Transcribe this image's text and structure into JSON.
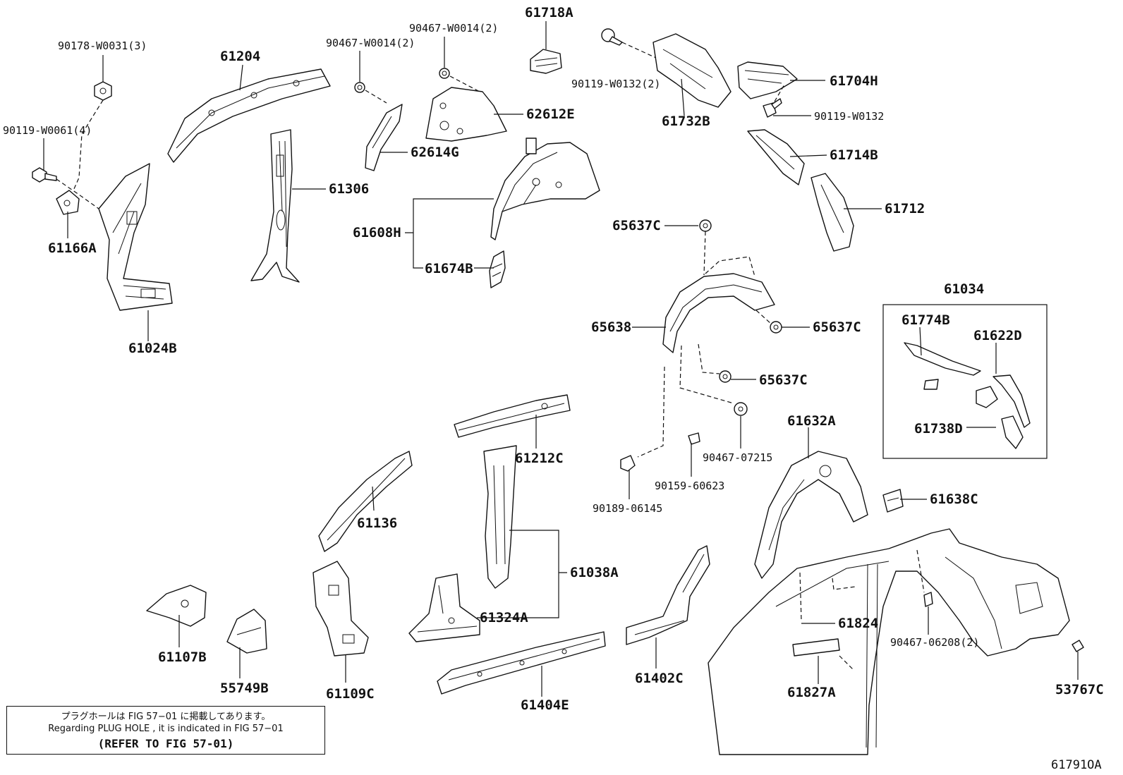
{
  "labels": [
    "90178-W0031(3)",
    "61204",
    "90467-W0014(2)",
    "90467-W0014(2)",
    "61718A",
    "90119-W0132(2)",
    "61704H",
    "90119-W0061(4)",
    "62612E",
    "61732B",
    "90119-W0132",
    "62614G",
    "61714B",
    "61306",
    "61712",
    "61608H",
    "61166A",
    "65637C",
    "61674B",
    "61034",
    "61024B",
    "65638",
    "65637C",
    "61774B",
    "61622D",
    "65637C",
    "61632A",
    "61738D",
    "61212C",
    "90467-07215",
    "90159-60623",
    "61638C",
    "61136",
    "90189-06145",
    "61038A",
    "61824",
    "90467-06208(2)",
    "61324A",
    "61107B",
    "61109C",
    "61402C",
    "61827A",
    "55749B",
    "61404E",
    "53767C"
  ],
  "note": {
    "jp": "プラグホールは FIG 57−01 に掲載してあります。",
    "en": "Regarding PLUG HOLE , it is indicated in FIG 57−01",
    "ref": "(REFER TO FIG 57-01)"
  },
  "figure_id": "61791OA"
}
